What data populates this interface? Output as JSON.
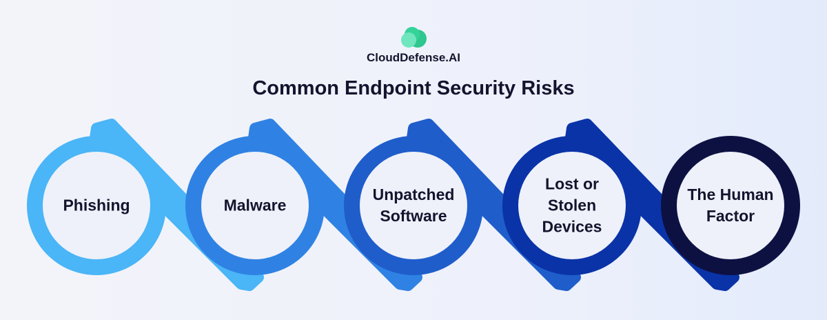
{
  "brand": {
    "name": "CloudDefense.AI",
    "logo_icon": "cloud-icon",
    "logo_color": "#3fd7a0"
  },
  "title": "Common Endpoint Security Risks",
  "steps": [
    {
      "label": "Phishing",
      "color": "#4ab5f7"
    },
    {
      "label": "Malware",
      "color": "#2f82e3"
    },
    {
      "label": "Unpatched Software",
      "color": "#1f5dcb"
    },
    {
      "label": "Lost or Stolen Devices",
      "color": "#0a33a8"
    },
    {
      "label": "The Human Factor",
      "color": "#0d1142"
    }
  ],
  "colors": {
    "inner": "#eef1f9",
    "text": "#14142e"
  }
}
